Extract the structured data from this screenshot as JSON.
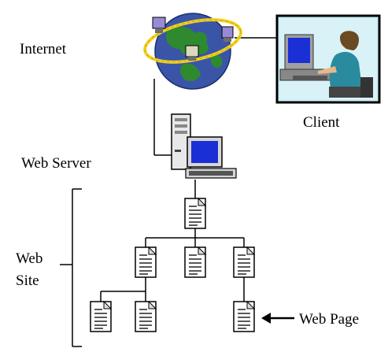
{
  "labels": {
    "internet": "Internet",
    "client": "Client",
    "web_server": "Web Server",
    "web_site_line1": "Web",
    "web_site_line2": "Site",
    "web_page": "Web Page"
  },
  "icons": {
    "globe": "globe-icon",
    "client": "person-at-computer-icon",
    "server": "server-tower-icon",
    "monitor": "monitor-icon",
    "page": "document-page-icon",
    "arrow": "arrow-left-icon"
  },
  "colors": {
    "ocean": "#3a55a8",
    "land": "#2f8a2f",
    "ring": "#f2d21f",
    "screen": "#1a2fd6",
    "line": "#000000",
    "page": "#ffffff"
  }
}
